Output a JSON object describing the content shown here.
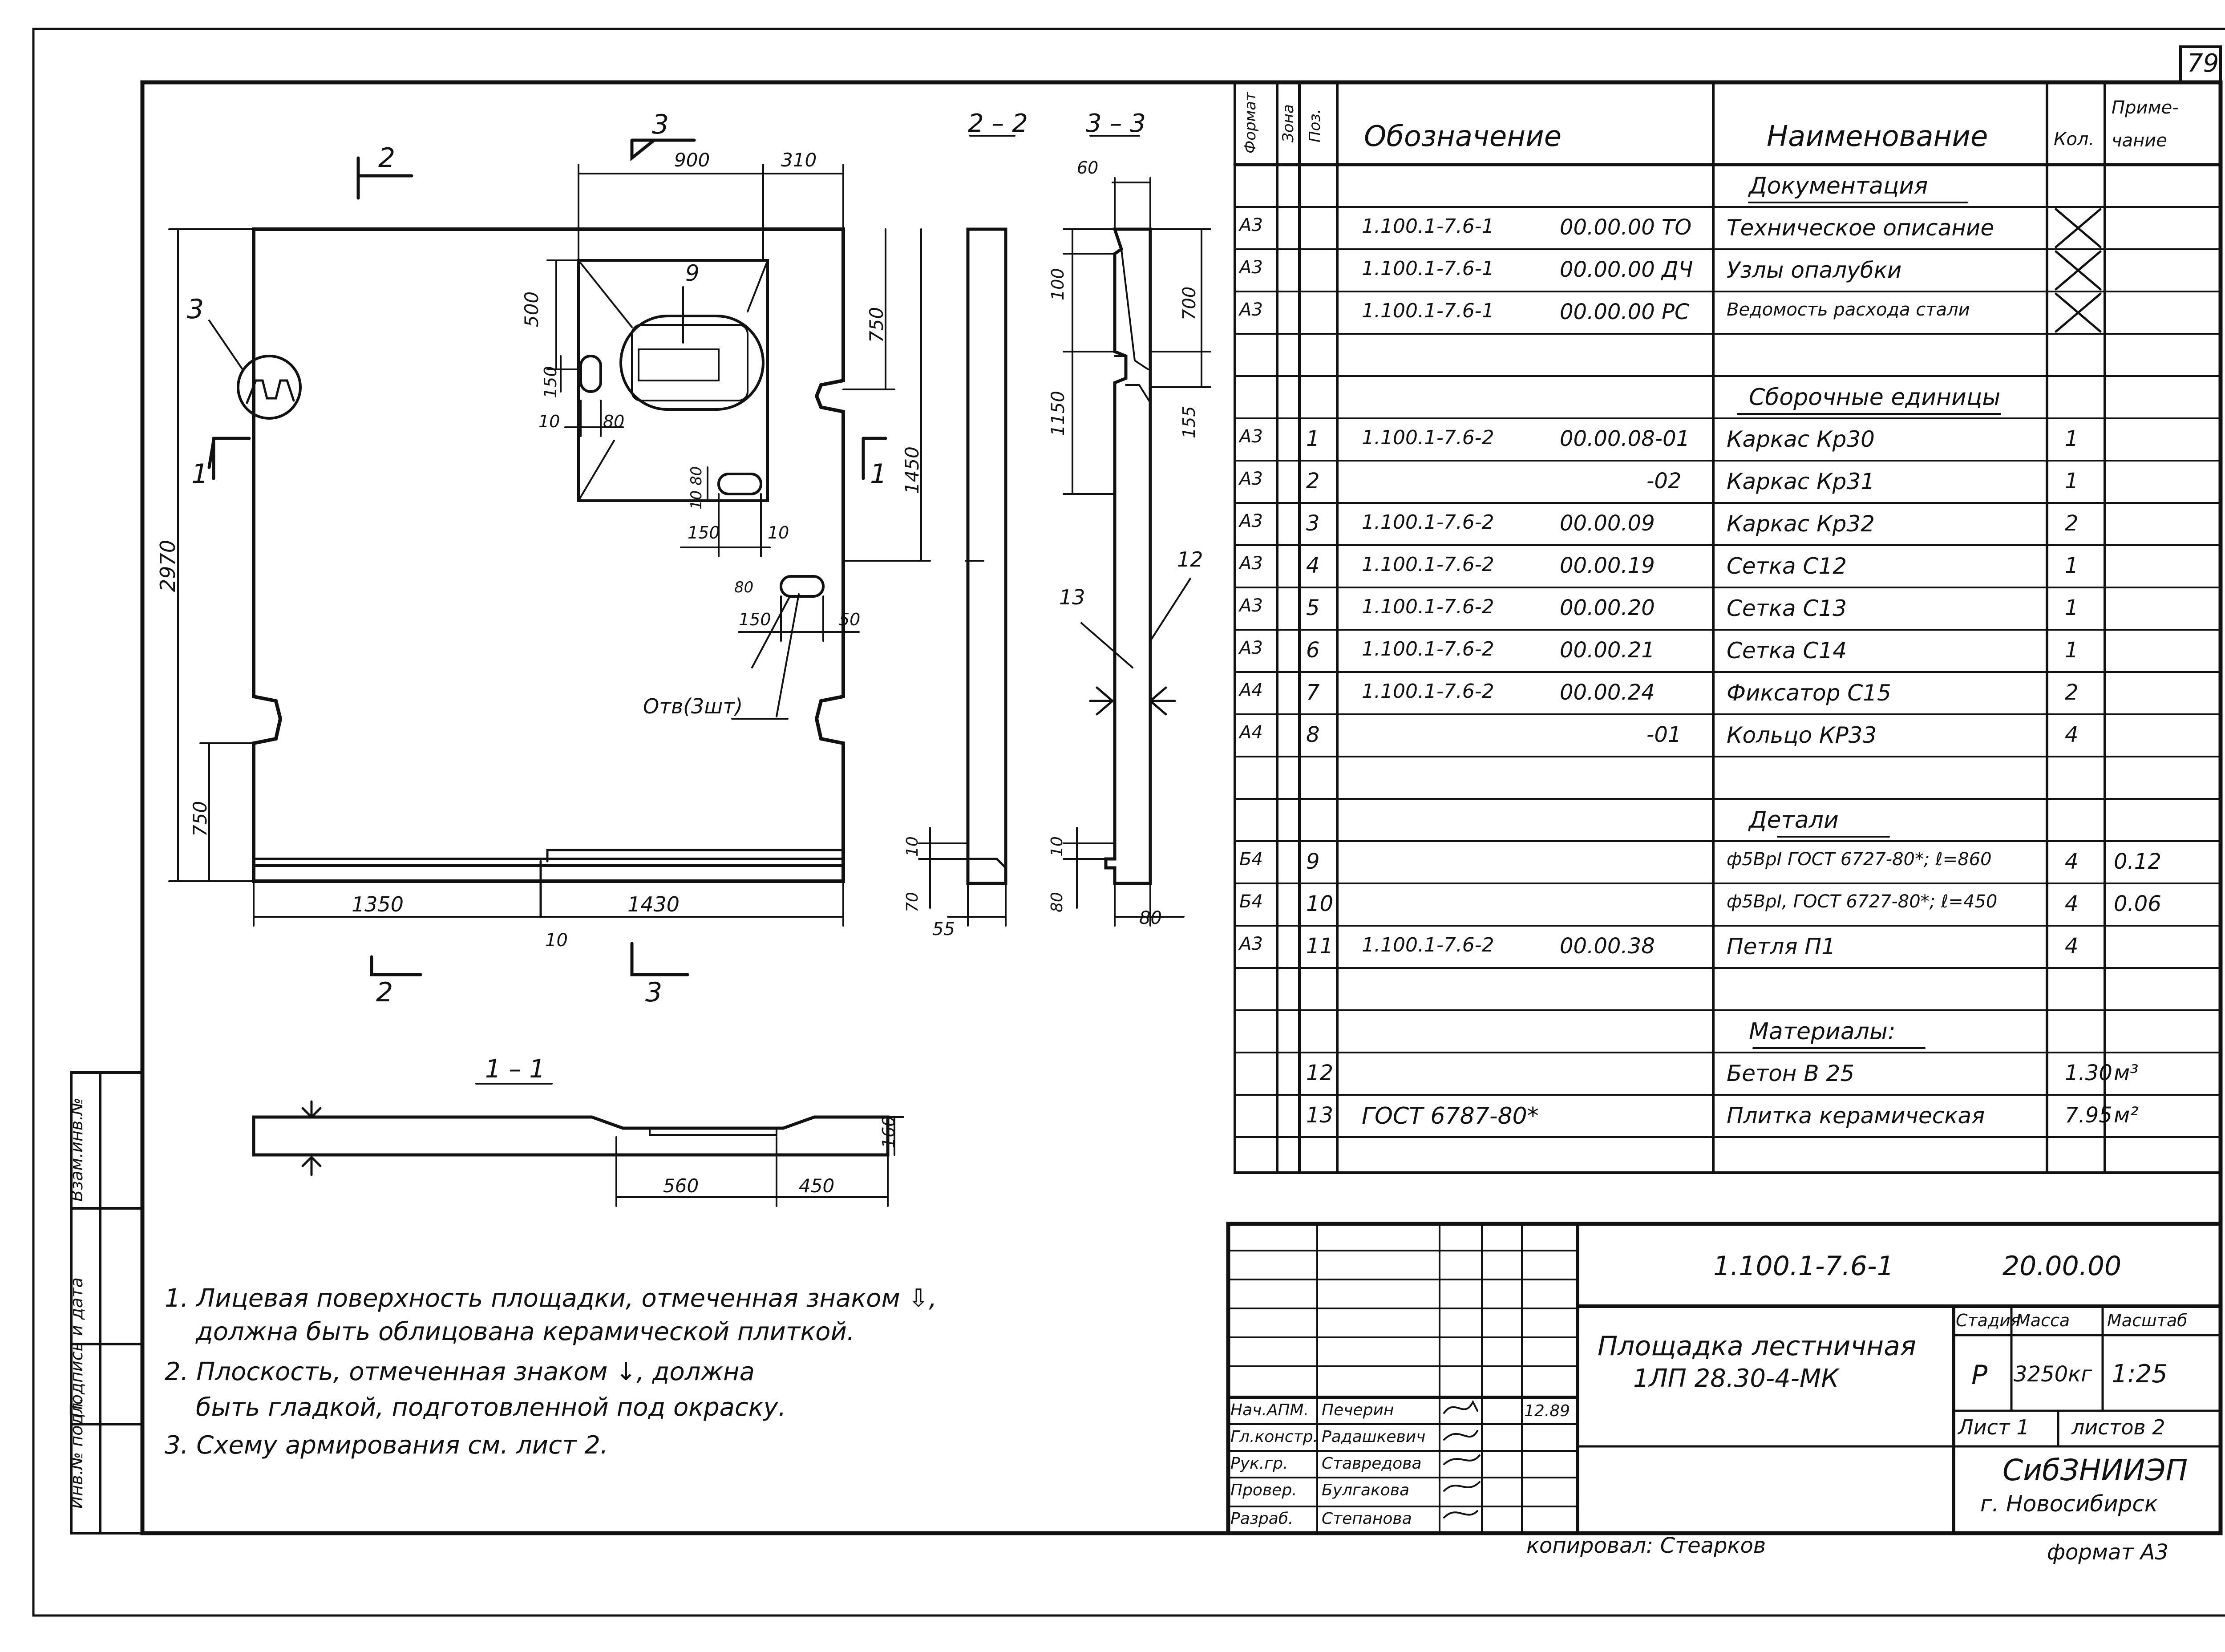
{
  "sheet": {
    "page_number": "79",
    "copied_by": "копировал: Стеарков",
    "format_label": "формат А3"
  },
  "side_stamp": [
    "Инв.№ подл.",
    "Подпись и дата",
    "Взам.инв.№"
  ],
  "views": {
    "section_2_2": "2 – 2",
    "section_3_3": "3 – 3",
    "section_1_1": "1 – 1",
    "cut_labels": {
      "c2_top": "2",
      "c2_bottom": "2",
      "c3_top": "3",
      "c3_bottom": "3",
      "c1_left": "1",
      "c1_right": "1"
    },
    "plan_dims": {
      "d900": "900",
      "d310": "310",
      "d500": "500",
      "d150a": "150",
      "d10a": "10",
      "d80a": "80",
      "d750a": "750",
      "d1450": "1450",
      "d2970": "2970",
      "d750b": "750",
      "d1080": "10 80",
      "d150b": "150",
      "d10b": "10",
      "d80b": "80",
      "d150c": "150",
      "d50": "50",
      "d1350": "1350",
      "d1430": "1430",
      "d10c": "10"
    },
    "plan_callouts": {
      "mark3": "3",
      "mark9": "9",
      "holes_note": "Отв(3шт)"
    },
    "s22_dims": {
      "d10": "10",
      "d70": "70",
      "d55": "55"
    },
    "s33_dims": {
      "d60": "60",
      "d100": "100",
      "d1150": "1150",
      "d700": "700",
      "d155": "155",
      "d10": "10",
      "d80a": "80",
      "d80b": "80",
      "m12": "12",
      "m13": "13"
    },
    "s11_dims": {
      "d560": "560",
      "d450": "450",
      "d160": "160"
    }
  },
  "notes": [
    "1. Лицевая поверхность площадки, отмеченная знаком ⇩,",
    "должна быть облицована керамической плиткой.",
    "2. Плоскость, отмеченная знаком ↓, должна",
    "быть гладкой, подготовленной под окраску.",
    "3. Схему армирования см. лист 2."
  ],
  "spec_table": {
    "headers": {
      "format": "Формат",
      "zone": "Зона",
      "pos": "Поз.",
      "designation": "Обозначение",
      "name": "Наименование",
      "qty": "Кол.",
      "note": "Приме-\nчание"
    },
    "rows": [
      {
        "fmt": "",
        "pos": "",
        "des1": "",
        "des2": "",
        "name": "Документация",
        "qty": "",
        "note": "",
        "section": true
      },
      {
        "fmt": "А3",
        "pos": "",
        "des1": "1.100.1-7.6-1",
        "des2": "00.00.00 ТО",
        "name": "Техническое описание",
        "qty": "X",
        "note": ""
      },
      {
        "fmt": "А3",
        "pos": "",
        "des1": "1.100.1-7.6-1",
        "des2": "00.00.00 ДЧ",
        "name": "Узлы опалубки",
        "qty": "X",
        "note": ""
      },
      {
        "fmt": "А3",
        "pos": "",
        "des1": "1.100.1-7.6-1",
        "des2": "00.00.00 РС",
        "name": "Ведомость расхода стали",
        "qty": "X",
        "note": ""
      },
      {
        "fmt": "",
        "pos": "",
        "des1": "",
        "des2": "",
        "name": "",
        "qty": "",
        "note": ""
      },
      {
        "fmt": "",
        "pos": "",
        "des1": "",
        "des2": "",
        "name": "Сборочные единицы",
        "qty": "",
        "note": "",
        "section": true
      },
      {
        "fmt": "А3",
        "pos": "1",
        "des1": "1.100.1-7.6-2",
        "des2": "00.00.08-01",
        "name": "Каркас Кр30",
        "qty": "1",
        "note": ""
      },
      {
        "fmt": "А3",
        "pos": "2",
        "des1": "",
        "des2": "-02",
        "name": "Каркас Кр31",
        "qty": "1",
        "note": ""
      },
      {
        "fmt": "А3",
        "pos": "3",
        "des1": "1.100.1-7.6-2",
        "des2": "00.00.09",
        "name": "Каркас Кр32",
        "qty": "2",
        "note": ""
      },
      {
        "fmt": "А3",
        "pos": "4",
        "des1": "1.100.1-7.6-2",
        "des2": "00.00.19",
        "name": "Сетка С12",
        "qty": "1",
        "note": ""
      },
      {
        "fmt": "А3",
        "pos": "5",
        "des1": "1.100.1-7.6-2",
        "des2": "00.00.20",
        "name": "Сетка С13",
        "qty": "1",
        "note": ""
      },
      {
        "fmt": "А3",
        "pos": "6",
        "des1": "1.100.1-7.6-2",
        "des2": "00.00.21",
        "name": "Сетка С14",
        "qty": "1",
        "note": ""
      },
      {
        "fmt": "А4",
        "pos": "7",
        "des1": "1.100.1-7.6-2",
        "des2": "00.00.24",
        "name": "Фиксатор С15",
        "qty": "2",
        "note": ""
      },
      {
        "fmt": "А4",
        "pos": "8",
        "des1": "",
        "des2": "-01",
        "name": "Кольцо КР33",
        "qty": "4",
        "note": ""
      },
      {
        "fmt": "",
        "pos": "",
        "des1": "",
        "des2": "",
        "name": "",
        "qty": "",
        "note": ""
      },
      {
        "fmt": "",
        "pos": "",
        "des1": "",
        "des2": "",
        "name": "Детали",
        "qty": "",
        "note": "",
        "section": true
      },
      {
        "fmt": "Б4",
        "pos": "9",
        "des1": "",
        "des2": "",
        "name": "ф5ВрI ГОСТ 6727-80*; ℓ=860",
        "qty": "4",
        "note": "0.12"
      },
      {
        "fmt": "Б4",
        "pos": "10",
        "des1": "",
        "des2": "",
        "name": "ф5ВрI, ГОСТ 6727-80*; ℓ=450",
        "qty": "4",
        "note": "0.06"
      },
      {
        "fmt": "А3",
        "pos": "11",
        "des1": "1.100.1-7.6-2",
        "des2": "00.00.38",
        "name": "Петля П1",
        "qty": "4",
        "note": ""
      },
      {
        "fmt": "",
        "pos": "",
        "des1": "",
        "des2": "",
        "name": "",
        "qty": "",
        "note": ""
      },
      {
        "fmt": "",
        "pos": "",
        "des1": "",
        "des2": "",
        "name": "Материалы:",
        "qty": "",
        "note": "",
        "section": true
      },
      {
        "fmt": "",
        "pos": "12",
        "des1": "",
        "des2": "",
        "name": "Бетон В 25",
        "qty": "1.30",
        "note": "м³"
      },
      {
        "fmt": "",
        "pos": "13",
        "des1": "ГОСТ 6787-80*",
        "des2": "",
        "name": "Плитка керамическая",
        "qty": "7.95",
        "note": "м²"
      }
    ]
  },
  "title_block": {
    "code": "1.100.1-7.6-1",
    "code2": "20.00.00",
    "title_line1": "Площадка лестничная",
    "title_line2": "1ЛП 28.30-4-МК",
    "stage_h": "Стадия",
    "mass_h": "Масса",
    "scale_h": "Масштаб",
    "stage": "Р",
    "mass": "3250кг",
    "scale": "1:25",
    "sheet": "Лист 1",
    "sheets": "листов 2",
    "org1": "СибЗНИИЭП",
    "org2": "г. Новосибирск",
    "date": "12.89",
    "people": [
      {
        "role": "Нач.АПМ.",
        "name": "Печерин"
      },
      {
        "role": "Гл.констр.",
        "name": "Радашкевич"
      },
      {
        "role": "Рук.гр.",
        "name": "Ставредова"
      },
      {
        "role": "Провер.",
        "name": "Булгакова"
      },
      {
        "role": "Разраб.",
        "name": "Степанова"
      }
    ]
  }
}
